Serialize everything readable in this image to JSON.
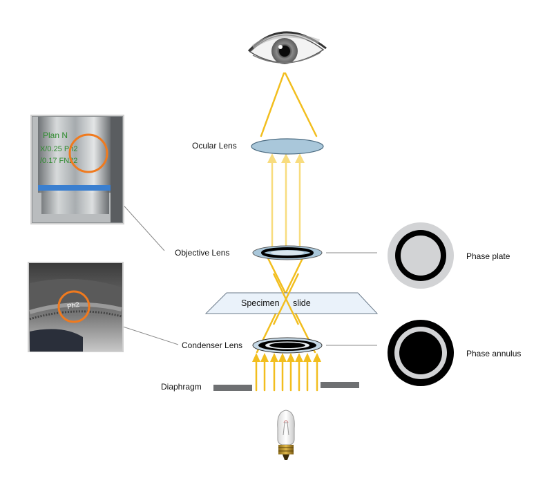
{
  "labels": {
    "ocular_lens": "Ocular Lens",
    "objective_lens": "Objective Lens",
    "condenser_lens": "Condenser Lens",
    "diaphragm": "Diaphragm",
    "specimen_slide_left": "Specimen",
    "specimen_slide_right": "slide",
    "phase_plate": "Phase plate",
    "phase_annulus": "Phase annulus"
  },
  "photo_text": {
    "objective_engraving_line1": "Plan N",
    "objective_engraving_line2": "X/0.25 Ph2",
    "objective_engraving_line3": "/0.17 FN22",
    "condenser_marking": "Ph2"
  },
  "colors": {
    "light_ray": "#F2BE1E",
    "light_ray_pale": "#F8DC7E",
    "lens_fill": "#A9C7DA",
    "slide_fill": "#EAF2FA",
    "highlight_circle": "#F07A1E",
    "diaphragm": "#6E7072",
    "phase_gray": "#D2D3D5",
    "phase_black": "#000000"
  },
  "icons": {
    "eye": "eye-icon",
    "bulb": "light-bulb-icon"
  }
}
